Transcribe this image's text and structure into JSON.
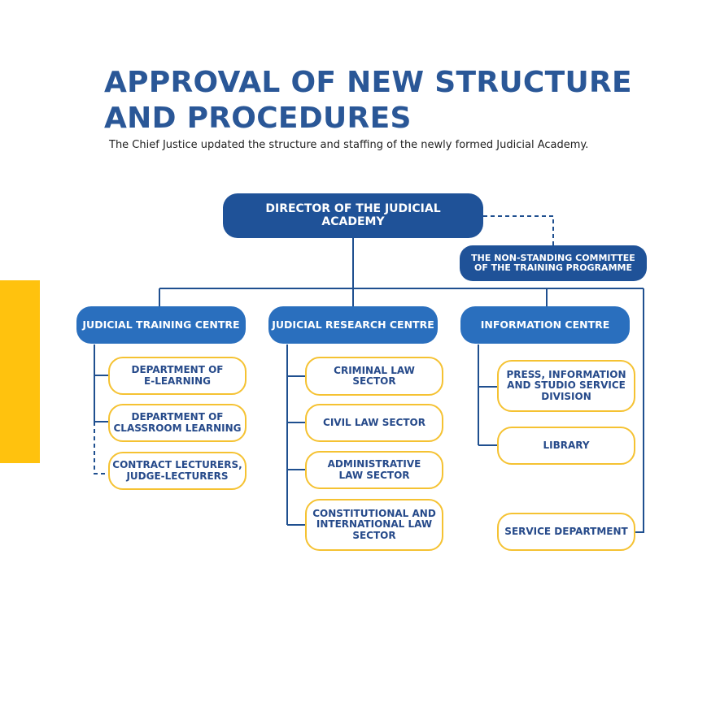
{
  "header": {
    "title_line1": "APPROVAL OF NEW STRUCTURE",
    "title_line2": "AND PROCEDURES",
    "subtitle": "The Chief Justice updated the  structure and staffing of the newly formed Judicial Academy."
  },
  "colors": {
    "title": "#2a5797",
    "director_box": "#1f5298",
    "centre_box": "#2a6fbe",
    "sub_box_border": "#f5c232",
    "sub_box_text": "#264a8a",
    "connector": "#1f4f8f",
    "accent_bar": "#ffc20e"
  },
  "org": {
    "director": "DIRECTOR OF THE JUDICIAL\nACADEMY",
    "committee": "THE NON-STANDING COMMITTEE\nOF THE TRAINING PROGRAMME",
    "centres": {
      "training": {
        "label": "JUDICIAL TRAINING CENTRE",
        "units": [
          "DEPARTMENT OF\nE-LEARNING",
          "DEPARTMENT OF\nCLASSROOM LEARNING",
          "CONTRACT LECTURERS,\nJUDGE-LECTURERS"
        ]
      },
      "research": {
        "label": "JUDICIAL RESEARCH CENTRE",
        "units": [
          "CRIMINAL LAW\nSECTOR",
          "CIVIL LAW SECTOR",
          "ADMINISTRATIVE\nLAW SECTOR",
          "CONSTITUTIONAL AND\nINTERNATIONAL LAW\nSECTOR"
        ]
      },
      "information": {
        "label": "INFORMATION CENTRE",
        "units": [
          "PRESS, INFORMATION\nAND STUDIO SERVICE\nDIVISION",
          "LIBRARY"
        ]
      }
    },
    "service": "SERVICE DEPARTMENT"
  }
}
